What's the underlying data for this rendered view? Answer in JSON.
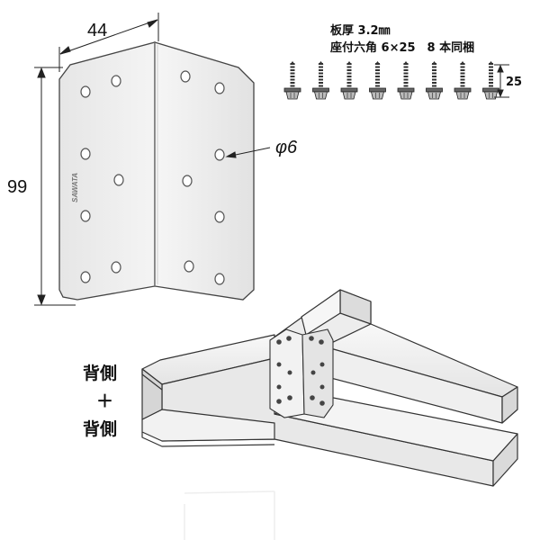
{
  "dimensions": {
    "width": "44",
    "height": "99",
    "hole_diameter": "φ6",
    "screw_length": "25"
  },
  "specs": {
    "thickness": "板厚 3.2㎜",
    "screw_info": "座付六角 6×25　8 本同梱",
    "screw_count": 8
  },
  "brand": "SAWATA",
  "assembly_labels": {
    "top": "背側",
    "plus": "＋",
    "bottom": "背側"
  },
  "colors": {
    "metal_light": "#eeeeee",
    "metal_mid": "#dcdcdc",
    "metal_dark": "#b8b8b8",
    "outline": "#333333"
  }
}
